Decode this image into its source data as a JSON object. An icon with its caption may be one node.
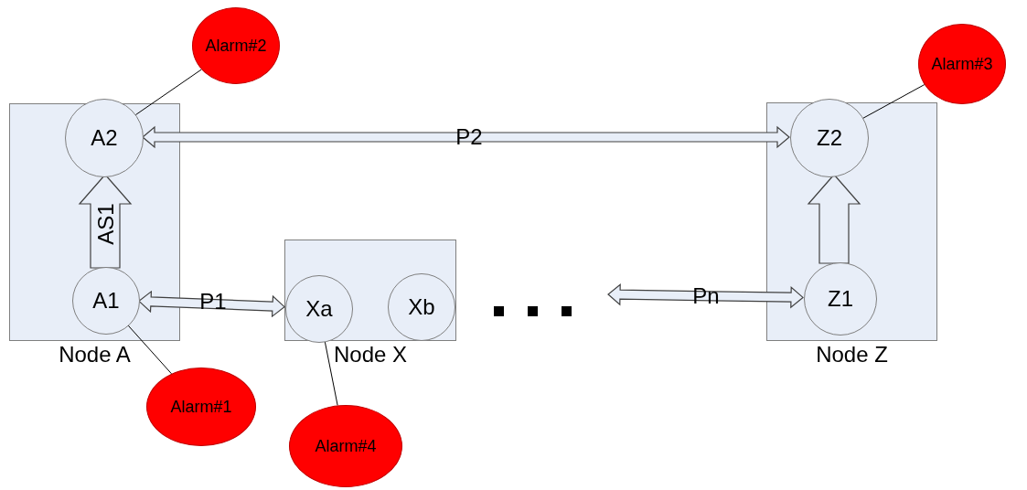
{
  "diagram": {
    "nodes": [
      {
        "text": [
          "Node A"
        ]
      },
      {
        "text": [
          "A2"
        ],
        "in": 0
      },
      {
        "text": [
          "A1"
        ],
        "in": 0
      },
      {
        "text": [
          "Node X"
        ]
      },
      {
        "text": [
          "Xa"
        ],
        "in": 3
      },
      {
        "text": [
          "Xb"
        ],
        "in": 3
      },
      {
        "text": [
          "Node Z"
        ]
      },
      {
        "text": [
          "Z2"
        ],
        "in": 6
      },
      {
        "text": [
          "Z1"
        ],
        "in": 6
      },
      {
        "text": [
          "Alarm#2"
        ]
      },
      {
        "text": [
          "Alarm#3"
        ]
      },
      {
        "text": [
          "Alarm#1"
        ]
      },
      {
        "text": [
          "Alarm#4"
        ]
      }
    ],
    "edges": [
      {
        "from": 1,
        "to": 7,
        "arrow": "both",
        "label": "P2",
        "style": "thick"
      },
      {
        "from": 2,
        "to": 4,
        "arrow": "both",
        "label": "P1",
        "style": "thick"
      },
      {
        "from": null,
        "to": 8,
        "arrow": "both",
        "label": "Pn",
        "style": "thick"
      },
      {
        "from": 2,
        "to": 1,
        "arrow": "to",
        "label": "AS1",
        "style": "thick"
      },
      {
        "from": 8,
        "to": 7,
        "arrow": "to",
        "style": "thick"
      },
      {
        "from": 9,
        "to": 1,
        "arrow": "none"
      },
      {
        "from": 10,
        "to": 7,
        "arrow": "none"
      },
      {
        "from": 11,
        "to": 2,
        "arrow": "none"
      },
      {
        "from": 12,
        "to": 4,
        "arrow": "none"
      }
    ]
  }
}
